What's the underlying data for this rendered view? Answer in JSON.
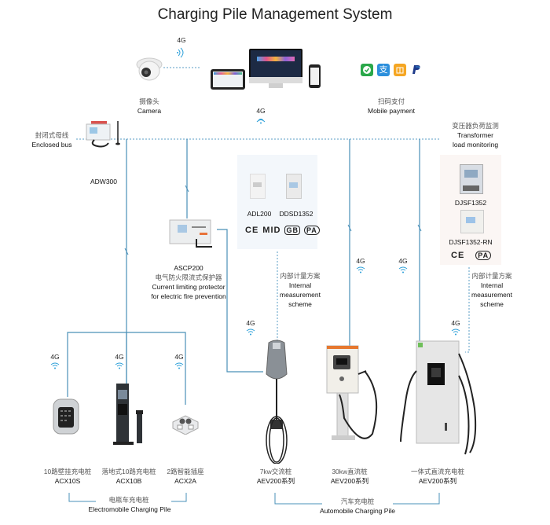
{
  "title": "Charging Pile Management System",
  "colors": {
    "line": "#4a90b8",
    "dotted": "#5a9cc5",
    "wifi": "#2b9fd8"
  },
  "network_label": "4G",
  "top": {
    "camera": {
      "cn": "摄像头",
      "en": "Camera",
      "signal": "4G"
    },
    "platform": {
      "signal": "4G",
      "devices": [
        "tablet",
        "monitor",
        "smartphone"
      ]
    },
    "payment": {
      "cn": "扫码支付",
      "en": "Mobile payment",
      "icons": [
        "wechat-pay-icon",
        "alipay-icon",
        "union-pay-icon",
        "paypal-icon"
      ]
    }
  },
  "bus": {
    "cn": "封闭式母线",
    "en": "Enclosed bus",
    "device": "ADW300"
  },
  "transformer": {
    "cn": "变压器负荷监测",
    "en_line1": "Transformer",
    "en_line2": "load monitoring"
  },
  "meters_ac": {
    "models": [
      "ADL200",
      "DDSD1352"
    ],
    "certs": [
      "CE",
      "MID",
      "GB",
      "PA"
    ]
  },
  "meters_dc": {
    "models": [
      "DJSF1352",
      "DJSF1352-RN"
    ],
    "certs": [
      "CE",
      "PA"
    ]
  },
  "ascp": {
    "model": "ASCP200",
    "cn": "电气防火限流式保护器",
    "en_line1": "Current limiting protector",
    "en_line2": "for electric fire prevention"
  },
  "internal_scheme": {
    "cn": "内部计量方案",
    "en_line1": "Internal",
    "en_line2": "measurement",
    "en_line3": "scheme"
  },
  "electromobile": {
    "group_cn": "电瓶车充电桩",
    "group_en": "Electromobile Charging Pile",
    "items": [
      {
        "cn": "10路壁挂充电桩",
        "model": "ACX10S",
        "signal": "4G"
      },
      {
        "cn": "落地式10路充电桩",
        "model": "ACX10B",
        "signal": "4G"
      },
      {
        "cn": "2路智能插座",
        "model": "ACX2A",
        "signal": "4G"
      }
    ]
  },
  "automobile": {
    "group_cn": "汽车充电桩",
    "group_en": "Automobile Charging Pile",
    "items": [
      {
        "cn": "7kw交流桩",
        "model": "AEV200系列",
        "signal": "4G"
      },
      {
        "cn": "30kw直流桩",
        "model": "AEV200系列",
        "signal": "4G"
      },
      {
        "cn": "一体式直流充电桩",
        "model": "AEV200系列",
        "signal": "4G"
      }
    ]
  }
}
